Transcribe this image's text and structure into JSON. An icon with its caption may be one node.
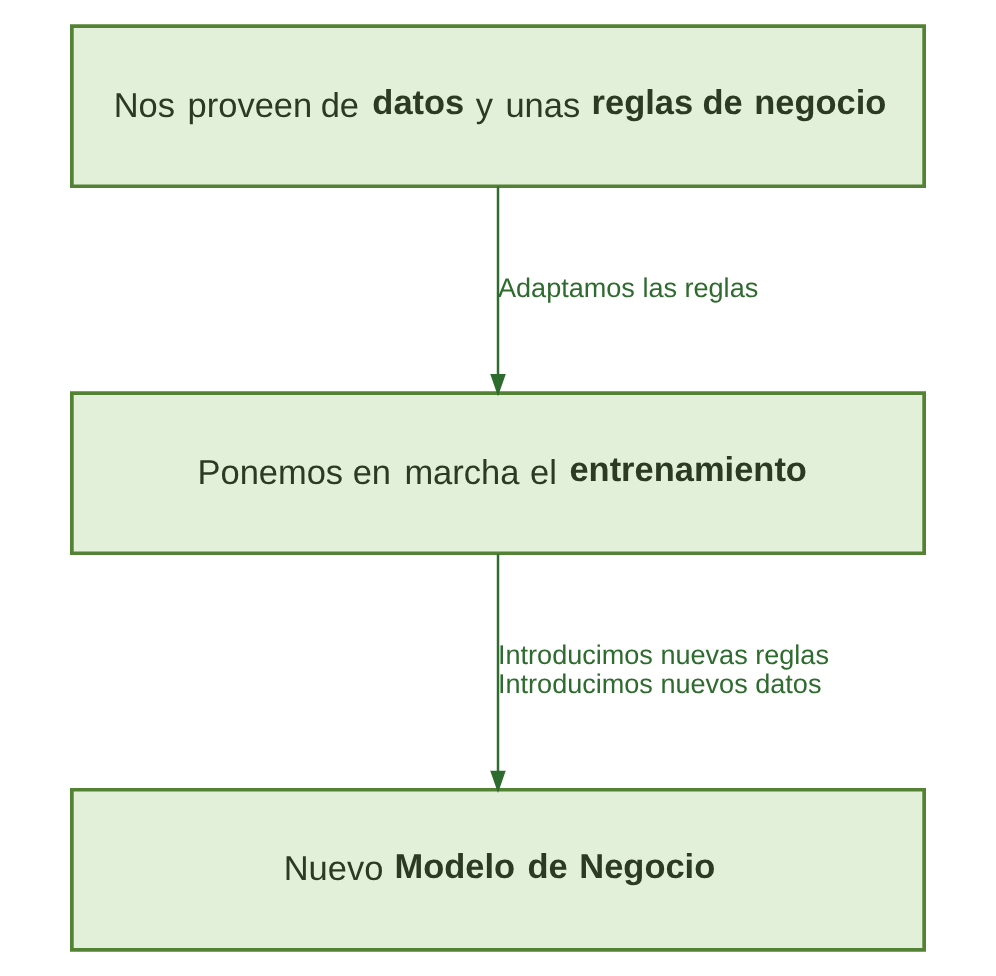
{
  "diagram": {
    "nodes": [
      {
        "text": [
          "Nos proveen de **datos** y unas **reglas de negocio**"
        ]
      },
      {
        "text": [
          "Ponemos en marcha el **entrenamiento**"
        ]
      },
      {
        "text": [
          "Nuevo **Modelo de Negocio**"
        ]
      }
    ],
    "edges": [
      {
        "from": 0,
        "to": 1,
        "arrow": "to",
        "label": [
          "Adaptamos las reglas"
        ]
      },
      {
        "from": 1,
        "to": 2,
        "arrow": "to",
        "label": [
          "Introducimos nuevas reglas",
          "Introducimos nuevos datos"
        ]
      }
    ]
  }
}
